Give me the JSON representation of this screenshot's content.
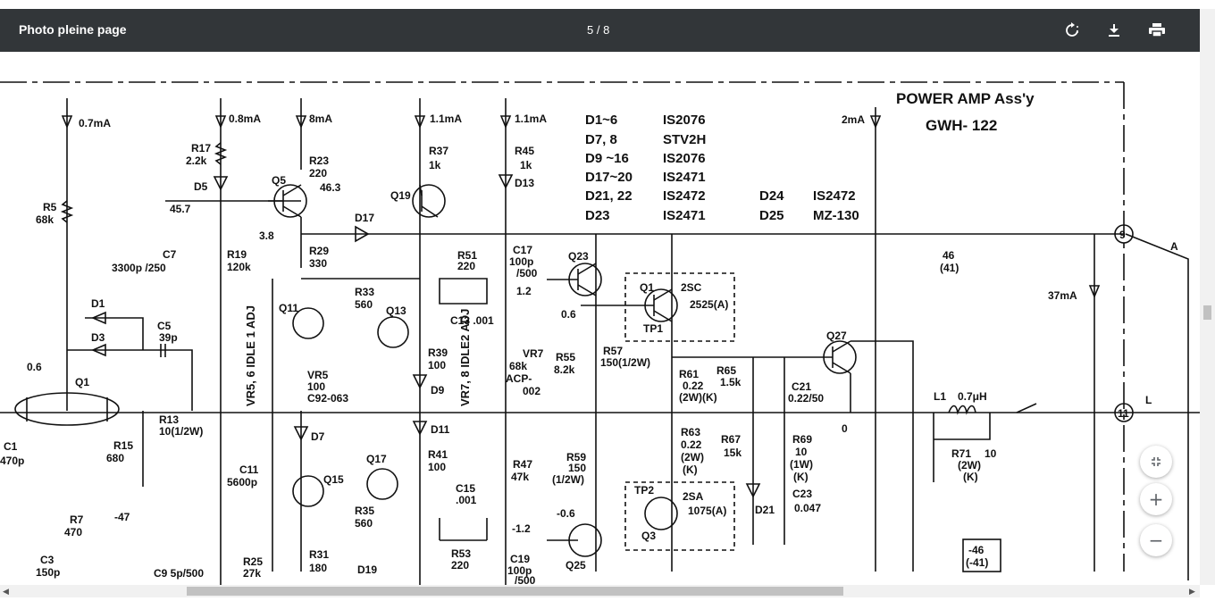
{
  "toolbar": {
    "title": "Photo pleine page",
    "page_indicator": "5 / 8",
    "icons": [
      "rotate-icon",
      "download-icon",
      "print-icon"
    ]
  },
  "zoom_controls": {
    "fit_icon": "fit-to-page-icon",
    "zoom_in": "+",
    "zoom_out": "−"
  },
  "schematic": {
    "header": "POWER AMP Ass'y",
    "model": "GWH- 122",
    "diode_table": [
      [
        "D1~6",
        "IS2076"
      ],
      [
        "D7, 8",
        "STV2H"
      ],
      [
        "D9 ~16",
        "IS2076"
      ],
      [
        "D17~20",
        "IS2471"
      ],
      [
        "D21, 22",
        "IS2472"
      ],
      [
        "D23",
        "IS2471"
      ]
    ],
    "diode_table2": [
      [
        "D24",
        "IS2472"
      ],
      [
        "D25",
        "MZ-130"
      ]
    ],
    "currents": [
      "0.7mA",
      "0.8mA",
      "8mA",
      "1.1mA",
      "1.1mA",
      "2mA",
      "37mA"
    ],
    "labels": {
      "r17": "R17",
      "r17v": "2.2k",
      "r5": "R5",
      "r5v": "68k",
      "d5": "D5",
      "q5": "Q5",
      "r23": "R23",
      "r23v": "220",
      "v463": "46.3",
      "v457": "45.7",
      "v38": "3.8",
      "r29": "R29",
      "r29v": "330",
      "c7": "C7",
      "c7v": "3300p /250",
      "r19": "R19",
      "r19v": "120k",
      "q19": "Q19",
      "r37": "R37",
      "r37v": "1k",
      "r45": "R45",
      "r45v": "1k",
      "d13": "D13",
      "d17": "D17",
      "r51": "R51",
      "r51v": "220",
      "c17": "C17",
      "c17v": "100p",
      "c17v2": "/500",
      "q23": "Q23",
      "v12": "1.2",
      "c13": "C13 .001",
      "q1r": "Q1",
      "sc": "2SC",
      "sc2": "2525(A)",
      "tp1": "TP1",
      "v06": "0.6",
      "q11": "Q11",
      "r33": "R33",
      "r33v": "560",
      "q13": "Q13",
      "d1": "D1",
      "d3": "D3",
      "c5": "C5",
      "c5v": "39p",
      "vr5": "VR5",
      "vr5v": "100",
      "vr5c": "C92-063",
      "idle1": "VR5, 6  IDLE 1 ADJ",
      "idle2": "VR7, 8  IDLE2 ADJ",
      "r39": "R39",
      "r39v": "100",
      "d9": "D9",
      "vr7": "VR7",
      "vr7v": "68k",
      "vr7c": "ACP-",
      "vr7c2": "002",
      "r55": "R55",
      "r55v": "8.2k",
      "r57": "R57",
      "r57v": "150(1/2W)",
      "r61": "R61",
      "r61v": "0.22",
      "r61w": "(2W)(K)",
      "r65": "R65",
      "r65v": "1.5k",
      "c21": "C21",
      "c21v": "0.22/50",
      "q27": "Q27",
      "v0": "0",
      "v46": "46",
      "v41": "(41)",
      "l1": "L1",
      "l1v": "0.7μH",
      "r71": "R71",
      "r71v": "10",
      "r71w": "(2W)",
      "r71k": "(K)",
      "lout": "L",
      "nine": "9",
      "eleven": "11",
      "a": "A",
      "q1l": "Q1",
      "c1": "C1",
      "c1v": "470p",
      "v06b": "0.6",
      "r13": "R13",
      "r13v": "10(1/2W)",
      "r15": "R15",
      "r15v": "680",
      "d7": "D7",
      "d11": "D11",
      "c11": "C11",
      "c11v": "5600p",
      "q15": "Q15",
      "q17": "Q17",
      "r41": "R41",
      "r41v": "100",
      "r35": "R35",
      "r35v": "560",
      "r47": "R47",
      "r47v": "47k",
      "r59": "R59",
      "r59v": "150",
      "r59w": "(1/2W)",
      "c15": "C15",
      "c15v": ".001",
      "tp2": "TP2",
      "sa": "2SA",
      "sa2": "1075(A)",
      "vm06": "-0.6",
      "r63": "R63",
      "r63v": "0.22",
      "r63w": "(2W)",
      "r63k": "(K)",
      "r67": "R67",
      "r67v": "15k",
      "r69": "R69",
      "r69v": "10",
      "r69w": "(1W)",
      "r69k": "(K)",
      "c23": "C23",
      "c23v": "0.047",
      "d21": "D21",
      "q3": "Q3",
      "vm47": "-47",
      "r7": "R7",
      "r7v": "470",
      "c3": "C3",
      "c3v": "150p",
      "vm12": "-1.2",
      "r53": "R53",
      "r53v": "220",
      "q25": "Q25",
      "c19": "C19",
      "c19v": "100p",
      "c19v2": "/500",
      "c9": "C9 5p/500",
      "r25": "R25",
      "r25v": "27k",
      "r31": "R31",
      "r31v": "180",
      "d19": "D19",
      "vm46": "-46",
      "vm41": "(-41)"
    }
  }
}
